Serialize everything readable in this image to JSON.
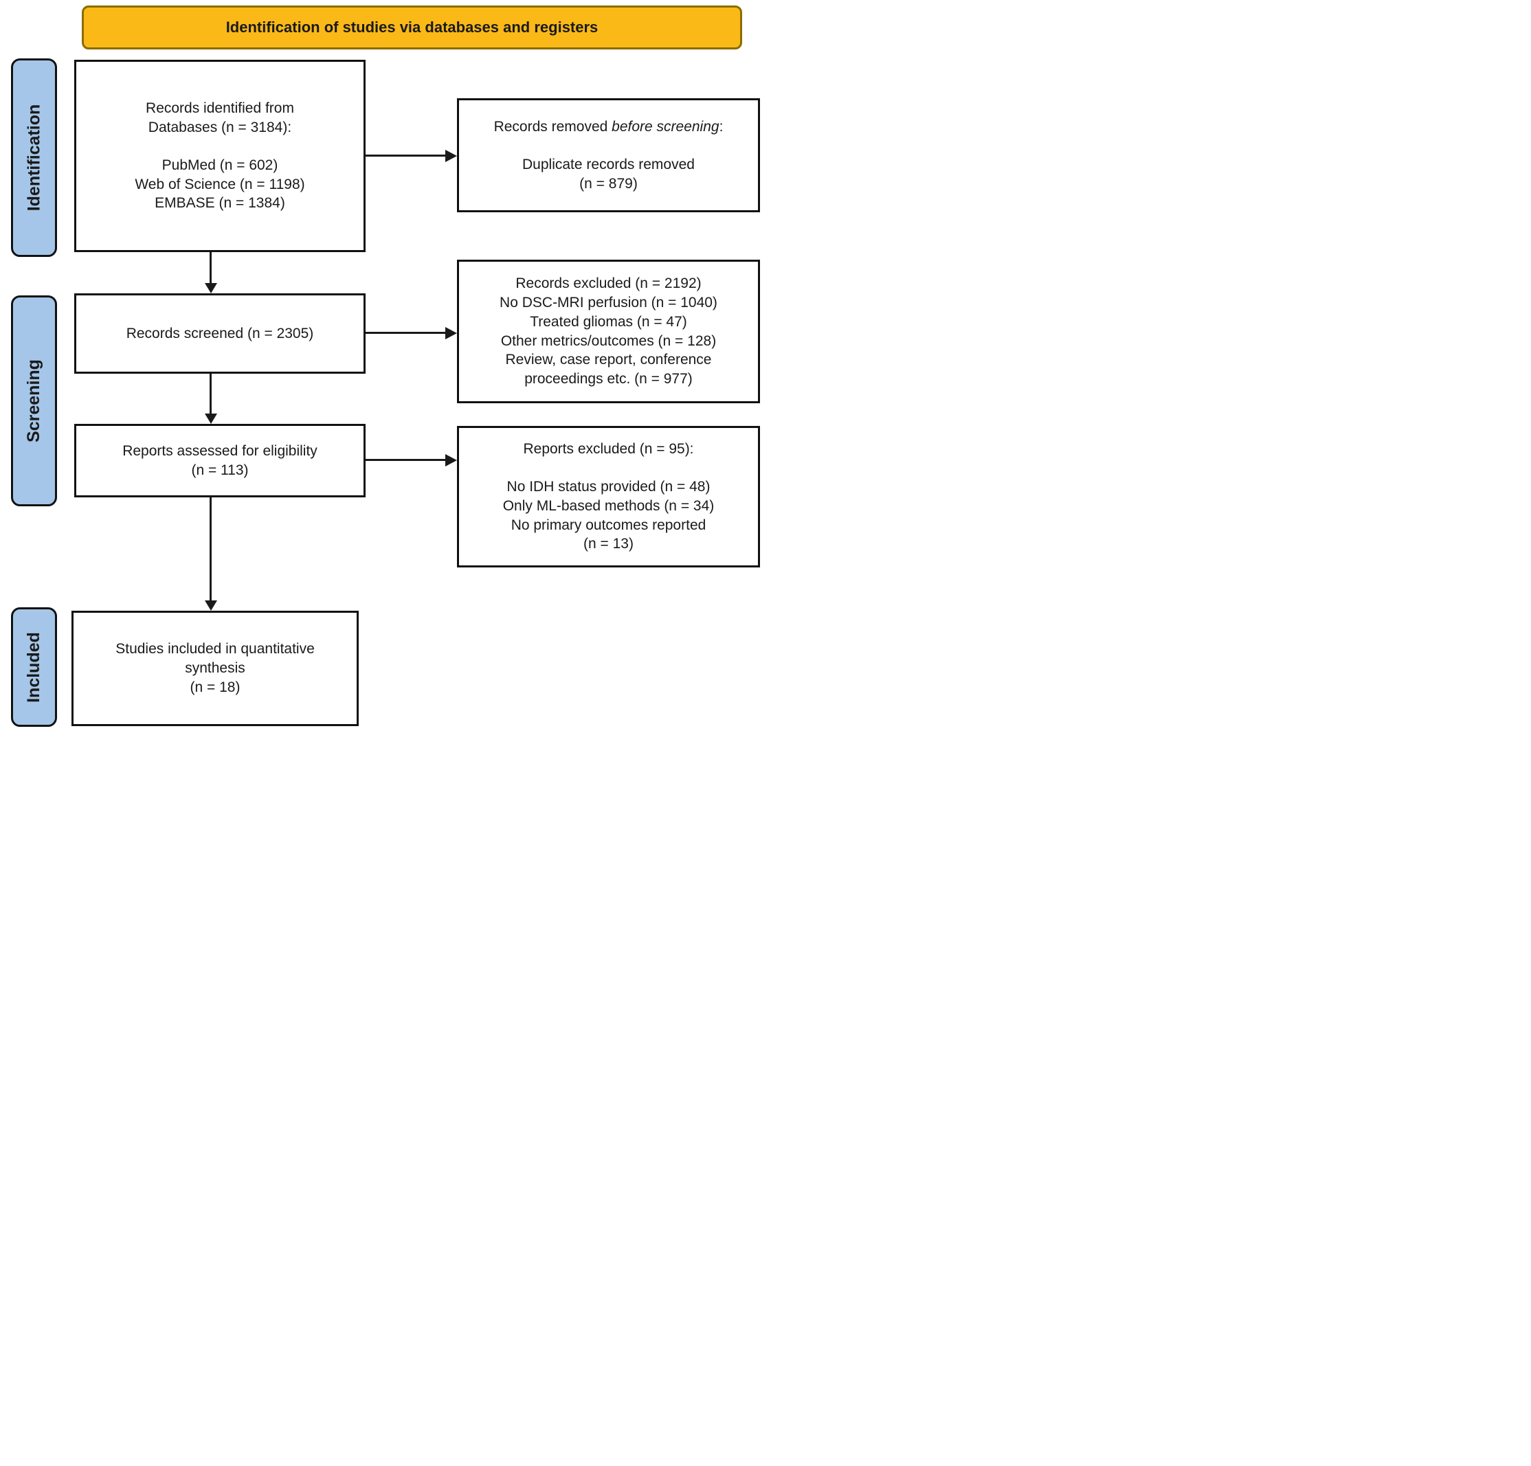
{
  "banner": {
    "title": "Identification of studies via databases and registers"
  },
  "stages": [
    {
      "label": "Identification"
    },
    {
      "label": "Screening"
    },
    {
      "label": "Included"
    }
  ],
  "boxes": {
    "identified": {
      "lines": [
        "Records identified from",
        "Databases (n = 3184):",
        "",
        "PubMed (n = 602)",
        "Web of Science (n = 1198)",
        "EMBASE (n = 1384)"
      ]
    },
    "removed": {
      "head": [
        "Records removed ",
        "before screening",
        ":"
      ],
      "lines": [
        "",
        "Duplicate records removed",
        "(n = 879)"
      ]
    },
    "screened": {
      "lines": [
        "Records screened (n = 2305)"
      ]
    },
    "records_excluded": {
      "lines": [
        "Records excluded (n = 2192)",
        "No DSC-MRI perfusion (n = 1040)",
        "Treated gliomas (n = 47)",
        "Other metrics/outcomes (n = 128)",
        "Review, case report, conference",
        "proceedings etc. (n = 977)"
      ]
    },
    "assessed": {
      "lines": [
        "Reports assessed for eligibility",
        "(n = 113)"
      ]
    },
    "reports_excluded": {
      "lines": [
        "Reports excluded (n = 95):",
        "",
        "No IDH status provided (n = 48)",
        "Only ML-based methods (n = 34)",
        "No primary outcomes reported",
        "(n = 13)"
      ]
    },
    "included": {
      "lines": [
        "Studies included in quantitative",
        "synthesis",
        "(n = 18)"
      ]
    }
  },
  "colors": {
    "banner_bg": "#FBB917",
    "banner_border": "#8A6D00",
    "stage_bg": "#A5C6E8",
    "stage_border": "#111111",
    "box_border": "#111111",
    "arrow": "#1a1a1a",
    "text": "#1a1a1a"
  }
}
